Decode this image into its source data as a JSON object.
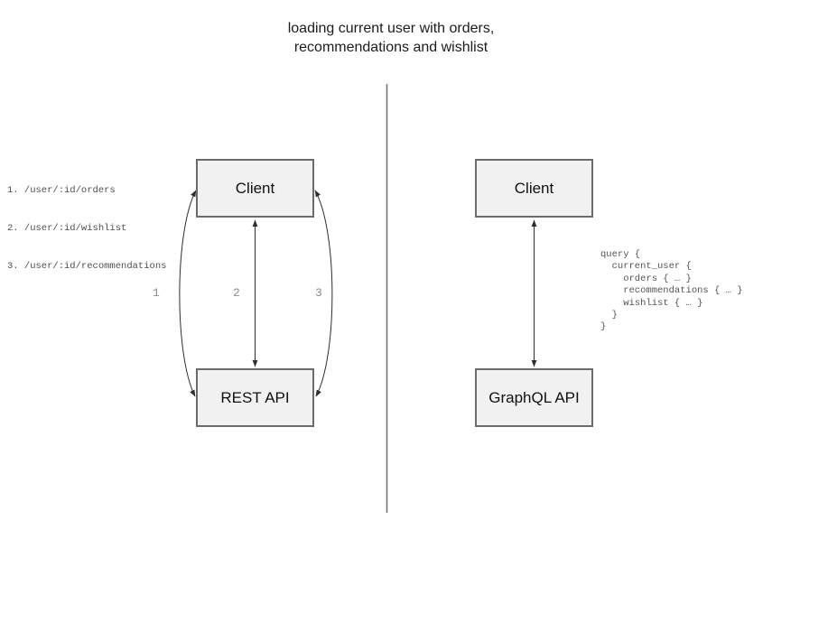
{
  "title": "loading current user with orders,\nrecommendations and wishlist",
  "left_panel": {
    "endpoints": [
      "1. /user/:id/orders",
      "2. /user/:id/wishlist",
      "3. /user/:id/recommendations"
    ],
    "client_label": "Client",
    "api_label": "REST API",
    "arrow_labels": [
      "1",
      "2",
      "3"
    ]
  },
  "right_panel": {
    "client_label": "Client",
    "api_label": "GraphQL API",
    "query": "query {\n  current_user {\n    orders { … }\n    recommendations { … }\n    wishlist { … }\n  }\n}"
  },
  "colors": {
    "box_fill": "#f1f1f1",
    "box_border": "#6b6b6b",
    "arrow_line": "#2e2e2e",
    "divider_line": "#6e6e6e",
    "muted_text": "#8c8c8c",
    "code_text": "#555555"
  }
}
